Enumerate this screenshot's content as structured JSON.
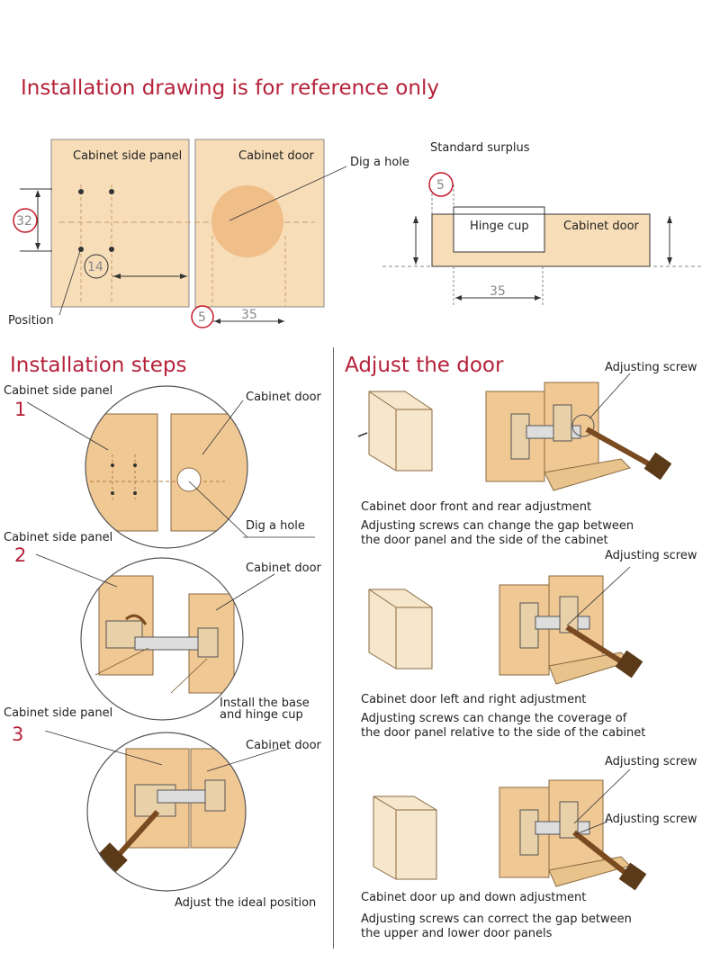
{
  "title": "Installation drawing is for reference only",
  "top": {
    "side_panel": "Cabinet side panel",
    "door": "Cabinet door",
    "dig_hole": "Dig a hole",
    "position": "Position",
    "dim_32": "32",
    "dim_14": "14",
    "dim_5": "5",
    "dim_35": "35",
    "surplus": "Standard surplus",
    "surplus_5": "5",
    "hinge_cup": "Hinge cup",
    "door_right": "Cabinet door",
    "dim_35b": "35"
  },
  "steps": {
    "heading": "Installation steps",
    "s1": {
      "num": "1",
      "side": "Cabinet side panel",
      "door": "Cabinet door",
      "note": "Dig a hole"
    },
    "s2": {
      "num": "2",
      "side": "Cabinet side panel",
      "door": "Cabinet door",
      "note_l1": "Install the base",
      "note_l2": "and hinge cup"
    },
    "s3": {
      "num": "3",
      "side": "Cabinet side panel",
      "door": "Cabinet door",
      "note": "Adjust the ideal position"
    }
  },
  "adjust": {
    "heading": "Adjust the door",
    "a1": {
      "screw": "Adjusting screw",
      "title": "Cabinet door front and rear adjustment",
      "l1": "Adjusting screws can change the gap between",
      "l2": "the door panel and the side of the cabinet"
    },
    "a2": {
      "screw": "Adjusting screw",
      "title": "Cabinet door left and right adjustment",
      "l1": "Adjusting screws can change the coverage of",
      "l2": "the door panel relative to the side of the cabinet"
    },
    "a3": {
      "screw": "Adjusting screw",
      "screw2": "Adjusting screw",
      "title": "Cabinet door up and down adjustment",
      "l1": "Adjusting screws can correct the gap between",
      "l2": "the upper and lower door panels"
    }
  }
}
